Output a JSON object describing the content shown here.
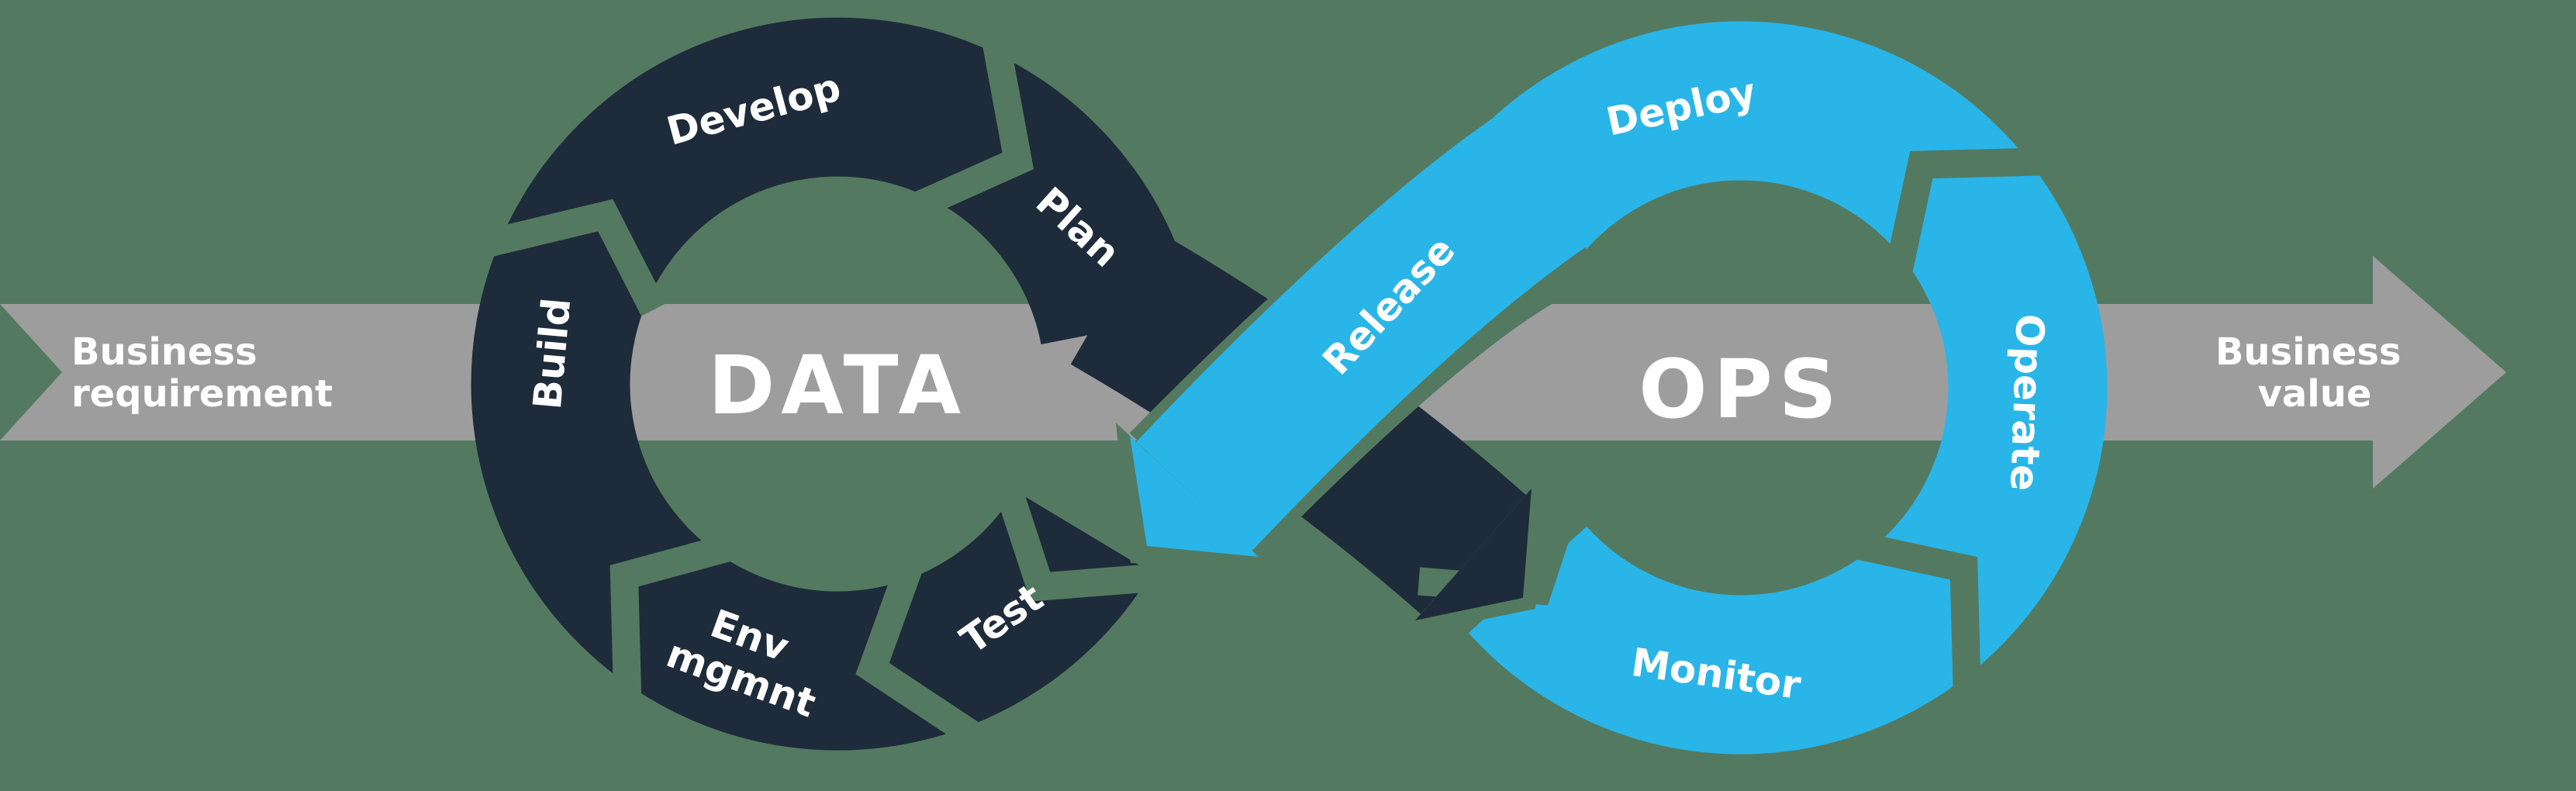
{
  "colors": {
    "background": "#537a60",
    "dark_loop": "#1e2b3a",
    "blue_loop": "#29b5e8",
    "banner_gray": "#9d9d9d",
    "text": "#ffffff"
  },
  "banner": {
    "left_line1": "Business",
    "left_line2": "requirement",
    "right_line1": "Business",
    "right_line2": "value"
  },
  "left_loop": {
    "center_label": "DATA",
    "segments": {
      "develop": "Develop",
      "plan": "Plan",
      "build": "Build",
      "env_line1": "Env",
      "env_line2": "mgmnt",
      "test": "Test"
    }
  },
  "crossover": {
    "release": "Release"
  },
  "right_loop": {
    "center_label": "OPS",
    "segments": {
      "deploy": "Deploy",
      "operate": "Operate",
      "monitor": "Monitor"
    }
  }
}
